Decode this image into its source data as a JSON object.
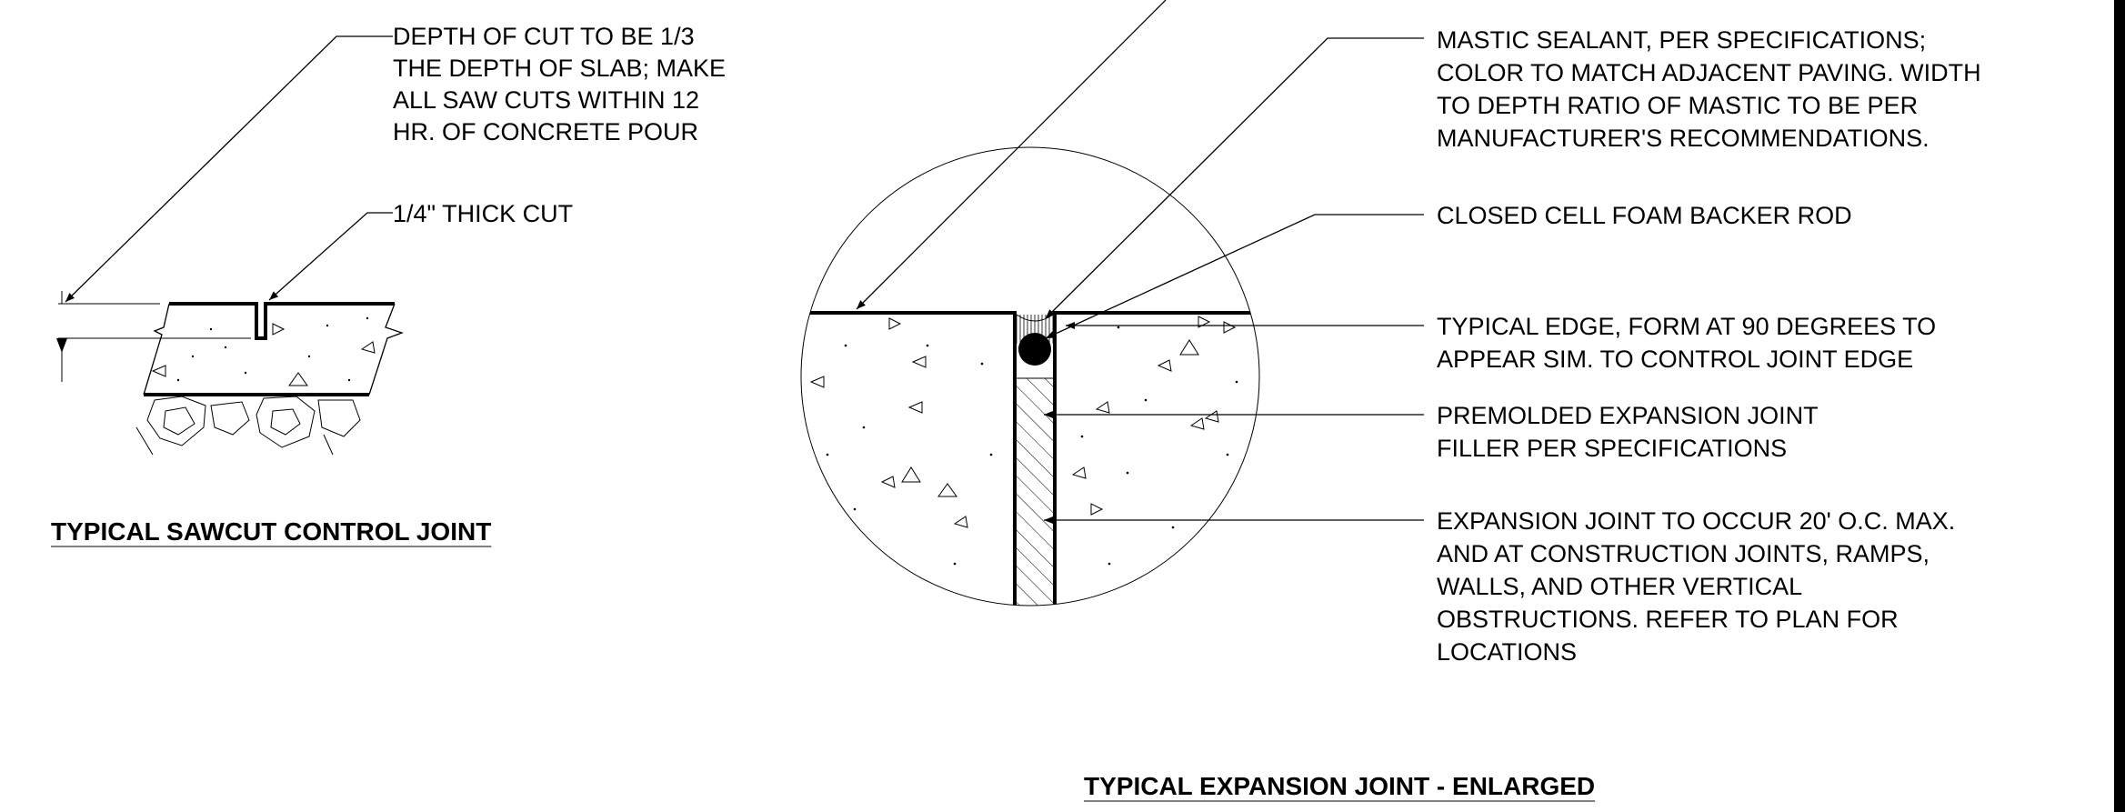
{
  "left_detail": {
    "callout_depth": [
      "DEPTH OF CUT TO BE 1/3",
      "THE DEPTH OF SLAB; MAKE",
      "ALL SAW CUTS WITHIN 12",
      "HR. OF CONCRETE POUR"
    ],
    "callout_cut": "1/4\" THICK CUT",
    "title": "TYPICAL SAWCUT CONTROL JOINT"
  },
  "right_detail": {
    "callout_mastic": [
      "MASTIC SEALANT, PER SPECIFICATIONS;",
      "COLOR TO MATCH ADJACENT PAVING. WIDTH",
      "TO DEPTH RATIO OF MASTIC TO BE PER",
      "MANUFACTURER'S RECOMMENDATIONS."
    ],
    "callout_backer": "CLOSED CELL FOAM BACKER ROD",
    "callout_edge": [
      "TYPICAL EDGE, FORM AT 90 DEGREES TO",
      "APPEAR SIM. TO CONTROL JOINT EDGE"
    ],
    "callout_filler": [
      "PREMOLDED EXPANSION JOINT",
      "FILLER PER SPECIFICATIONS"
    ],
    "callout_spacing": [
      "EXPANSION JOINT TO OCCUR 20' O.C. MAX.",
      "AND AT CONSTRUCTION JOINTS, RAMPS,",
      "WALLS, AND OTHER VERTICAL",
      "OBSTRUCTIONS. REFER TO PLAN FOR",
      "LOCATIONS"
    ],
    "title": "TYPICAL EXPANSION JOINT - ENLARGED"
  }
}
